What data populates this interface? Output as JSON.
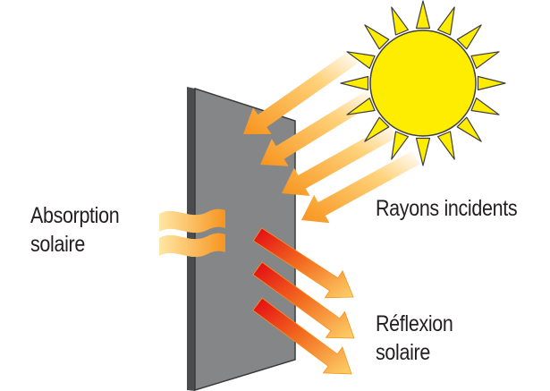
{
  "labels": {
    "absorption": [
      "Absorption",
      "solaire"
    ],
    "incident": "Rayons incidents",
    "reflection": [
      "Réflexion",
      "solaire"
    ]
  },
  "colors": {
    "wall_front": "#858687",
    "wall_edge": "#4b4c4e",
    "sun_fill": "#ffed00",
    "sun_outline": "#3d3d3d",
    "incident_ray": "#f9a23a",
    "absorption_wave": "#f9a23a",
    "reflection_start": "#e30613",
    "reflection_end": "#f9b233"
  },
  "icons": {
    "sun": "sun-icon",
    "wall": "wall-panel",
    "incident_arrows": "incident-ray-arrow",
    "reflection_arrows": "reflection-ray-arrow",
    "absorption_waves": "absorption-wave"
  }
}
